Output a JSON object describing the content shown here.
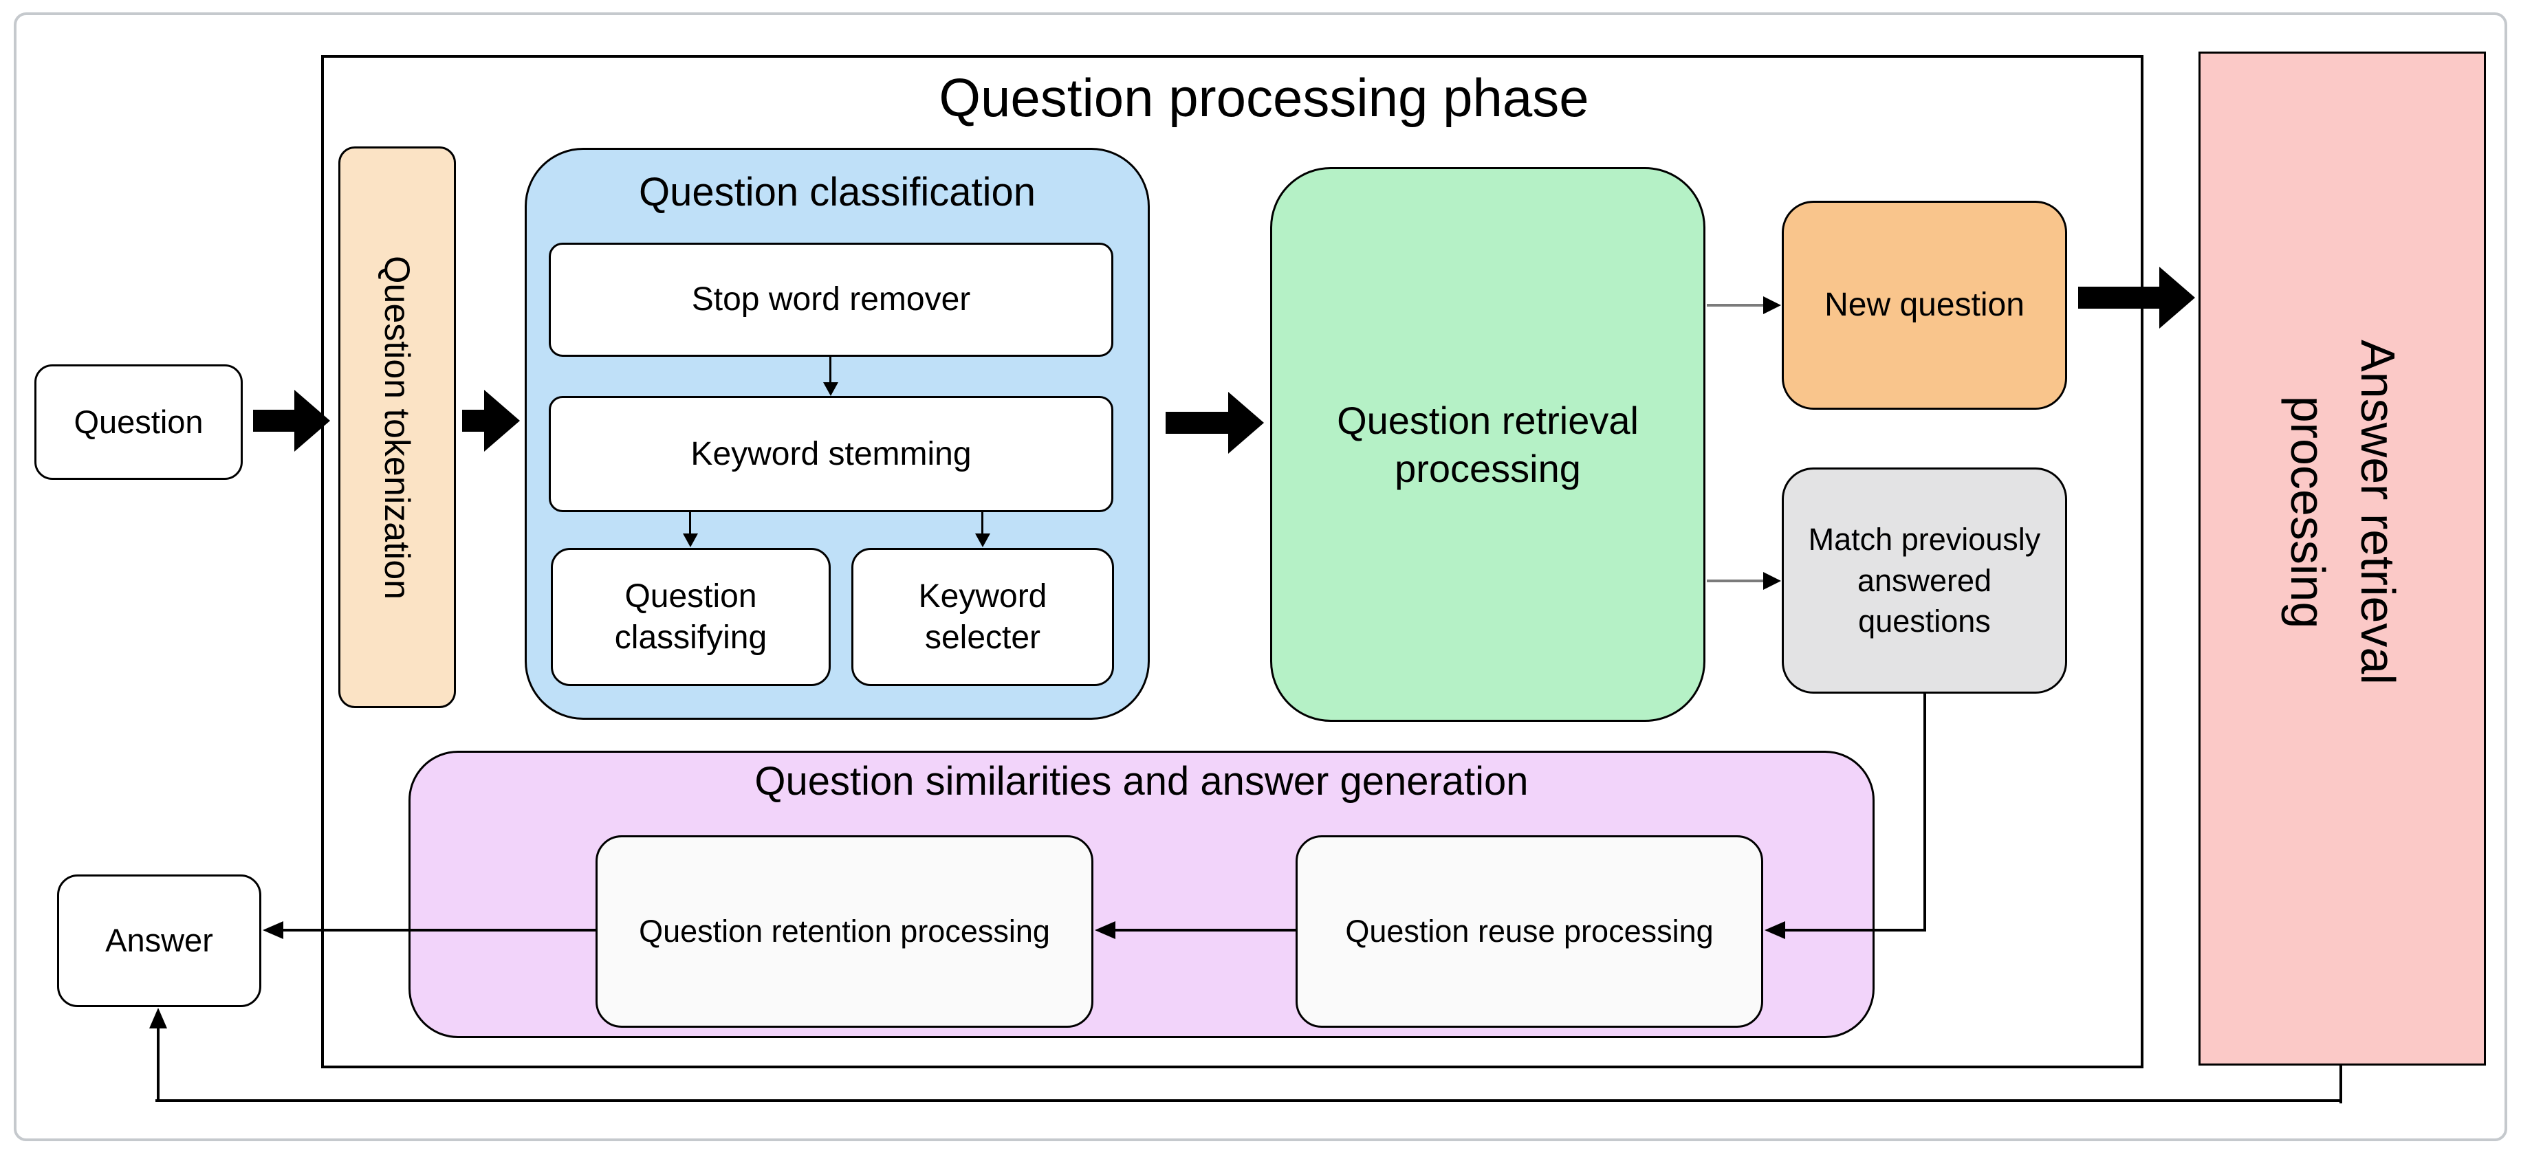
{
  "diagram": {
    "phase_title": "Question processing phase",
    "nodes": {
      "question": {
        "label": "Question"
      },
      "tokenization": {
        "label": "Question tokenization"
      },
      "classification": {
        "title": "Question classification",
        "children": {
          "stop_word_remover": "Stop word remover",
          "keyword_stemming": "Keyword stemming",
          "question_classifying": "Question classifying",
          "keyword_selecter": "Keyword selecter"
        }
      },
      "retrieval": {
        "label": "Question retrieval processing"
      },
      "new_question": {
        "label": "New question"
      },
      "match_previous": {
        "label": "Match previously answered questions"
      },
      "similarities": {
        "title": "Question similarities and answer generation",
        "children": {
          "retention": "Question retention processing",
          "reuse": "Question reuse processing"
        }
      },
      "answer": {
        "label": "Answer"
      },
      "answer_retrieval": {
        "label": "Answer retrieval processing"
      }
    },
    "colors": {
      "tokenization_fill": "#FBE3C5",
      "classification_fill": "#BFE0F8",
      "retrieval_fill": "#B5F1C6",
      "new_question_fill": "#F9C58C",
      "match_fill": "#E3E3E4",
      "similarities_fill": "#F2D4FA",
      "inner_plain_fill": "#FAFAFA",
      "answer_retrieval_fill": "#FBC9C7",
      "node_border": "#000000",
      "frame_border": "#C5C9CD",
      "connector_gray": "#7B7B7B"
    }
  }
}
